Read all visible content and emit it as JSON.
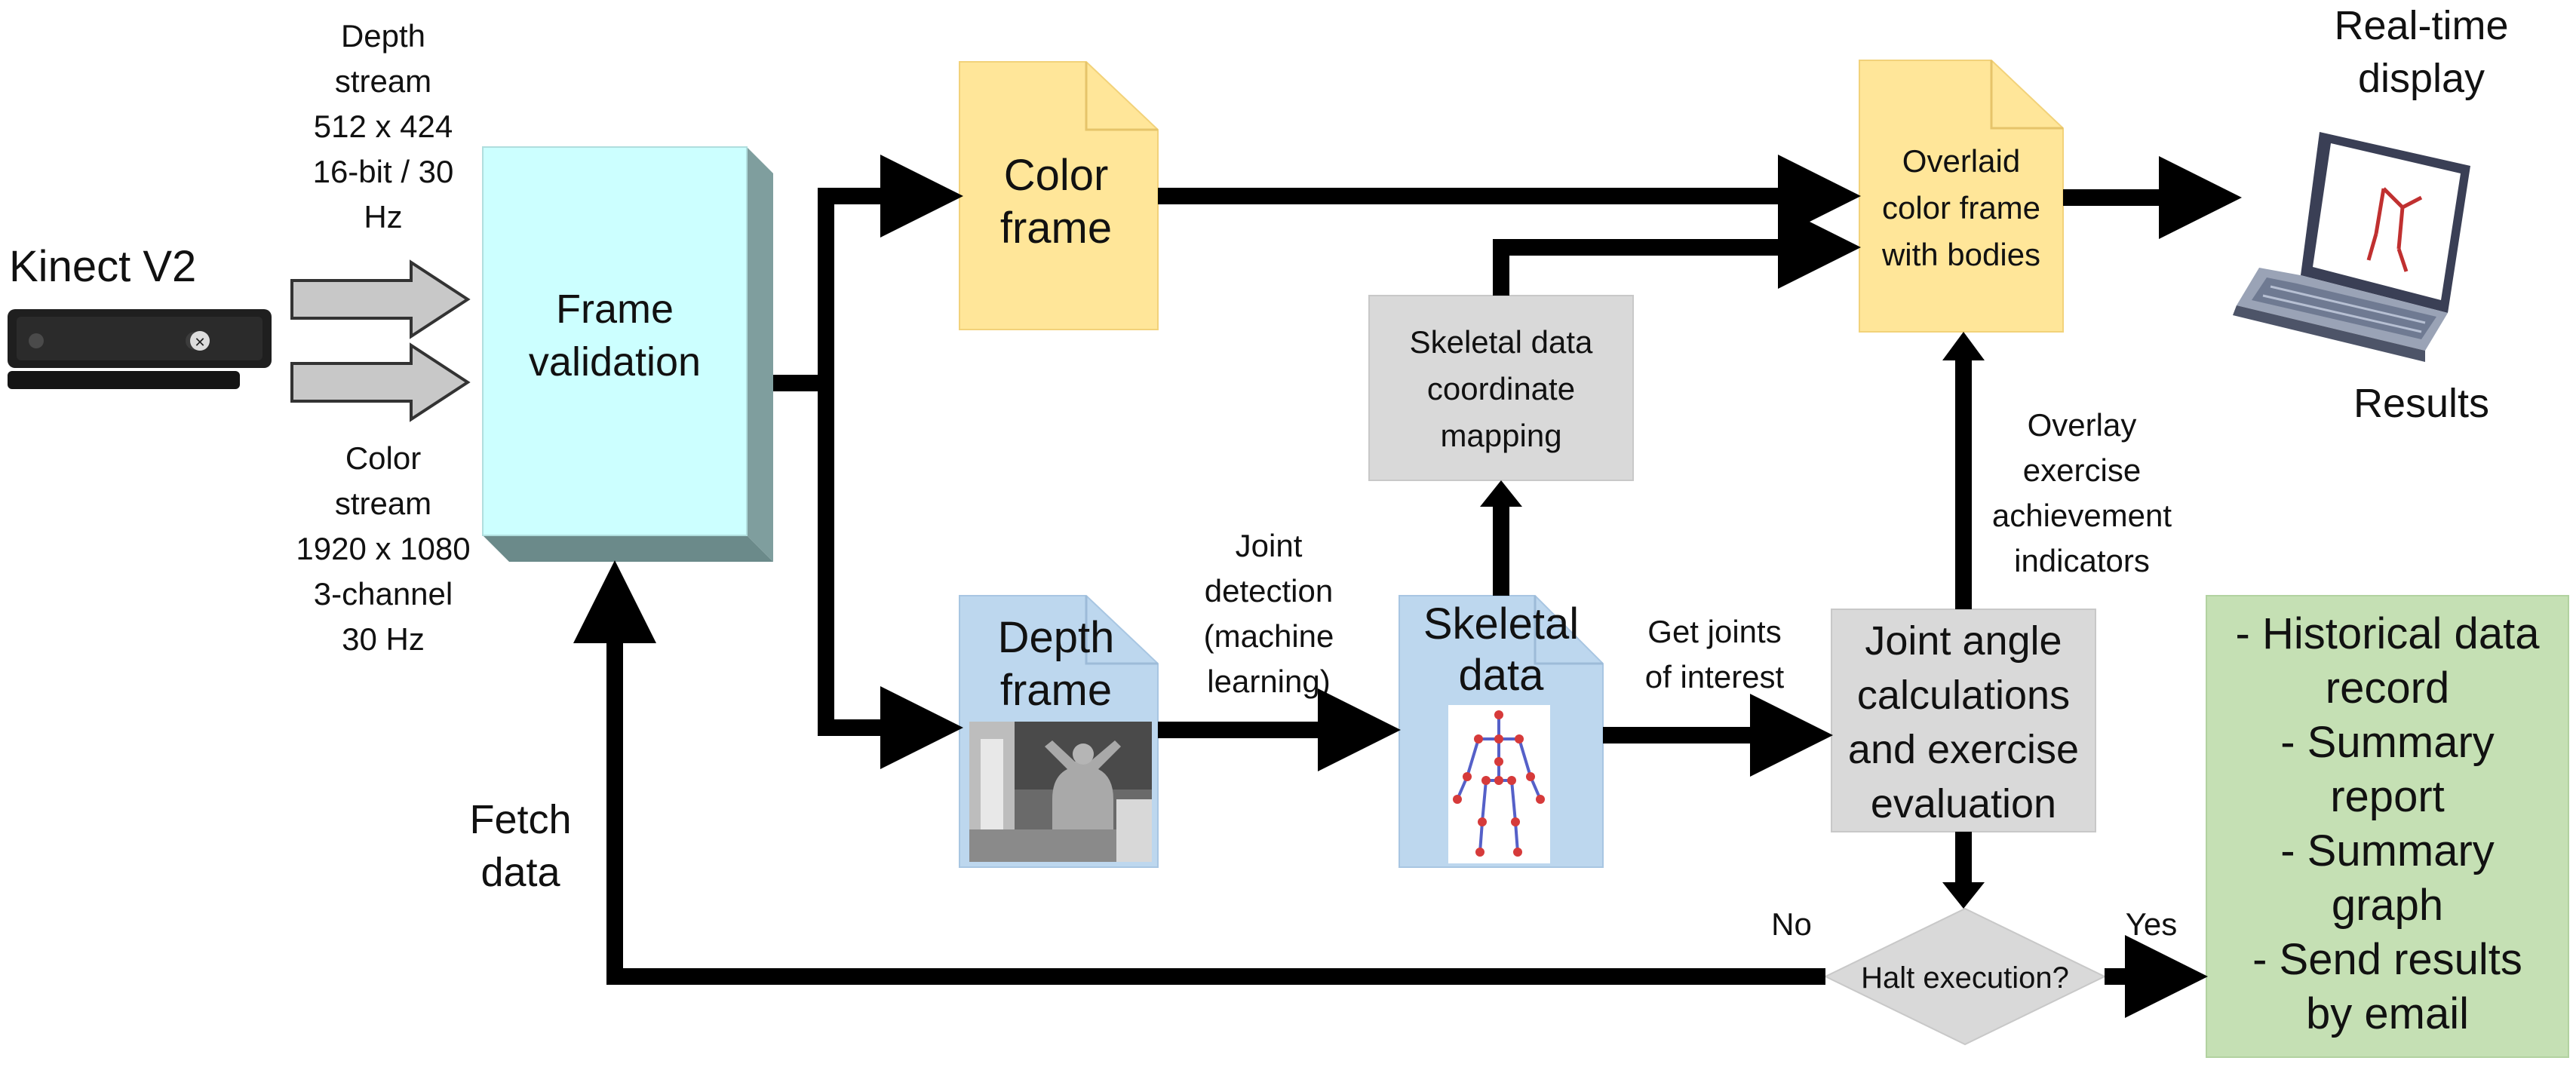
{
  "device": {
    "title": "Kinect V2",
    "depth_stream": [
      "Depth",
      "stream",
      "512 x 424",
      "16-bit / 30",
      "Hz"
    ],
    "color_stream": [
      "Color",
      "stream",
      "1920 x 1080",
      "3-channel",
      "30 Hz"
    ]
  },
  "nodes": {
    "frame_validation": [
      "Frame",
      "validation"
    ],
    "color_frame": [
      "Color",
      "frame"
    ],
    "depth_frame": [
      "Depth",
      "frame"
    ],
    "skeletal_data": [
      "Skeletal",
      "data"
    ],
    "coordinate_mapping": [
      "Skeletal data",
      "coordinate",
      "mapping"
    ],
    "overlaid_frame": [
      "Overlaid",
      "color frame",
      "with bodies"
    ],
    "joint_angle": [
      "Joint angle",
      "calculations",
      "and exercise",
      "evaluation"
    ],
    "halt": "Halt execution?",
    "results_box": [
      "- Historical data",
      "record",
      "- Summary",
      "report",
      "- Summary",
      "graph",
      "- Send results",
      "by email"
    ]
  },
  "labels": {
    "realtime_display": [
      "Real-time",
      "display"
    ],
    "results": "Results",
    "joint_detection": [
      "Joint",
      "detection",
      "(machine",
      "learning)"
    ],
    "get_joints": [
      "Get joints",
      "of interest"
    ],
    "overlay_indicators": [
      "Overlay",
      "exercise",
      "achievement",
      "indicators"
    ],
    "fetch_data": [
      "Fetch",
      "data"
    ],
    "no": "No",
    "yes": "Yes"
  },
  "colors": {
    "frame_validation": "#ccffff",
    "frame_validation_side": "#7f9e9e",
    "color_doc": "#ffe699",
    "depth_doc": "#bdd7ee",
    "gray_box": "#d9d9d9",
    "results_box": "#c5e0b4",
    "arrow": "#000000"
  },
  "icons": [
    "kinect-sensor-icon",
    "laptop-icon",
    "depth-image-thumbnail",
    "skeleton-figure-icon"
  ]
}
